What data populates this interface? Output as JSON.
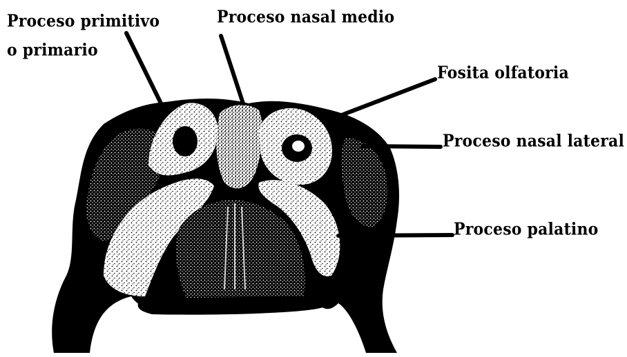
{
  "figure": {
    "labels": {
      "proceso_primitivo_line1": "Proceso primitivo",
      "proceso_primitivo_line2": "o primario",
      "proceso_nasal_medio": "Proceso nasal medio",
      "fosita_olfatoria": "Fosita olfatoria",
      "proceso_nasal_lateral": "Proceso nasal lateral",
      "proceso_palatino": "Proceso palatino"
    },
    "colors": {
      "ink": "#000000",
      "paper": "#ffffff"
    }
  }
}
